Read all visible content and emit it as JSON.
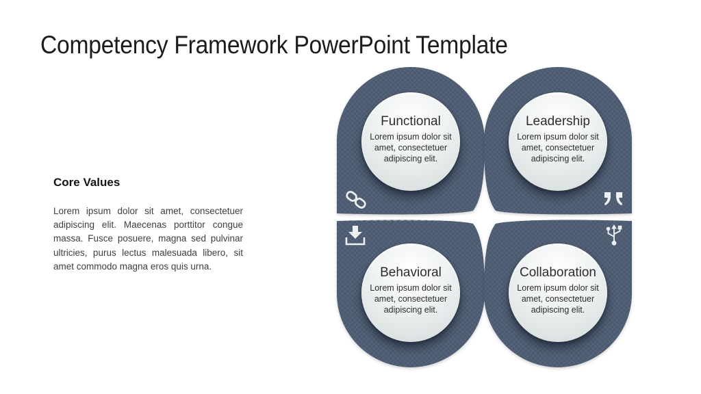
{
  "slide": {
    "title": "Competency Framework PowerPoint Template"
  },
  "core_values": {
    "heading": "Core Values",
    "paragraph": "Lorem ipsum dolor sit amet, consectetuer adipiscing elit. Maecenas porttitor congue massa. Fusce posuere, magna sed pulvinar ultricies, purus lectus malesuada libero, sit amet commodo magna eros quis urna."
  },
  "competencies": [
    {
      "title": "Functional",
      "description": "Lorem ipsum dolor sit amet, consectetuer adipiscing elit.",
      "icon": "link-icon"
    },
    {
      "title": "Leadership",
      "description": "Lorem ipsum dolor sit amet, consectetuer adipiscing elit.",
      "icon": "quote-icon"
    },
    {
      "title": "Behavioral",
      "description": "Lorem ipsum dolor sit amet, consectetuer adipiscing elit.",
      "icon": "download-icon"
    },
    {
      "title": "Collaboration",
      "description": "Lorem ipsum dolor sit amet, consectetuer adipiscing elit.",
      "icon": "usb-icon"
    }
  ],
  "colors": {
    "shape_fill": "#4b5a70",
    "title_text": "#1c1c1c",
    "body_text": "#3d3d3d",
    "icon": "#eef1f4"
  }
}
